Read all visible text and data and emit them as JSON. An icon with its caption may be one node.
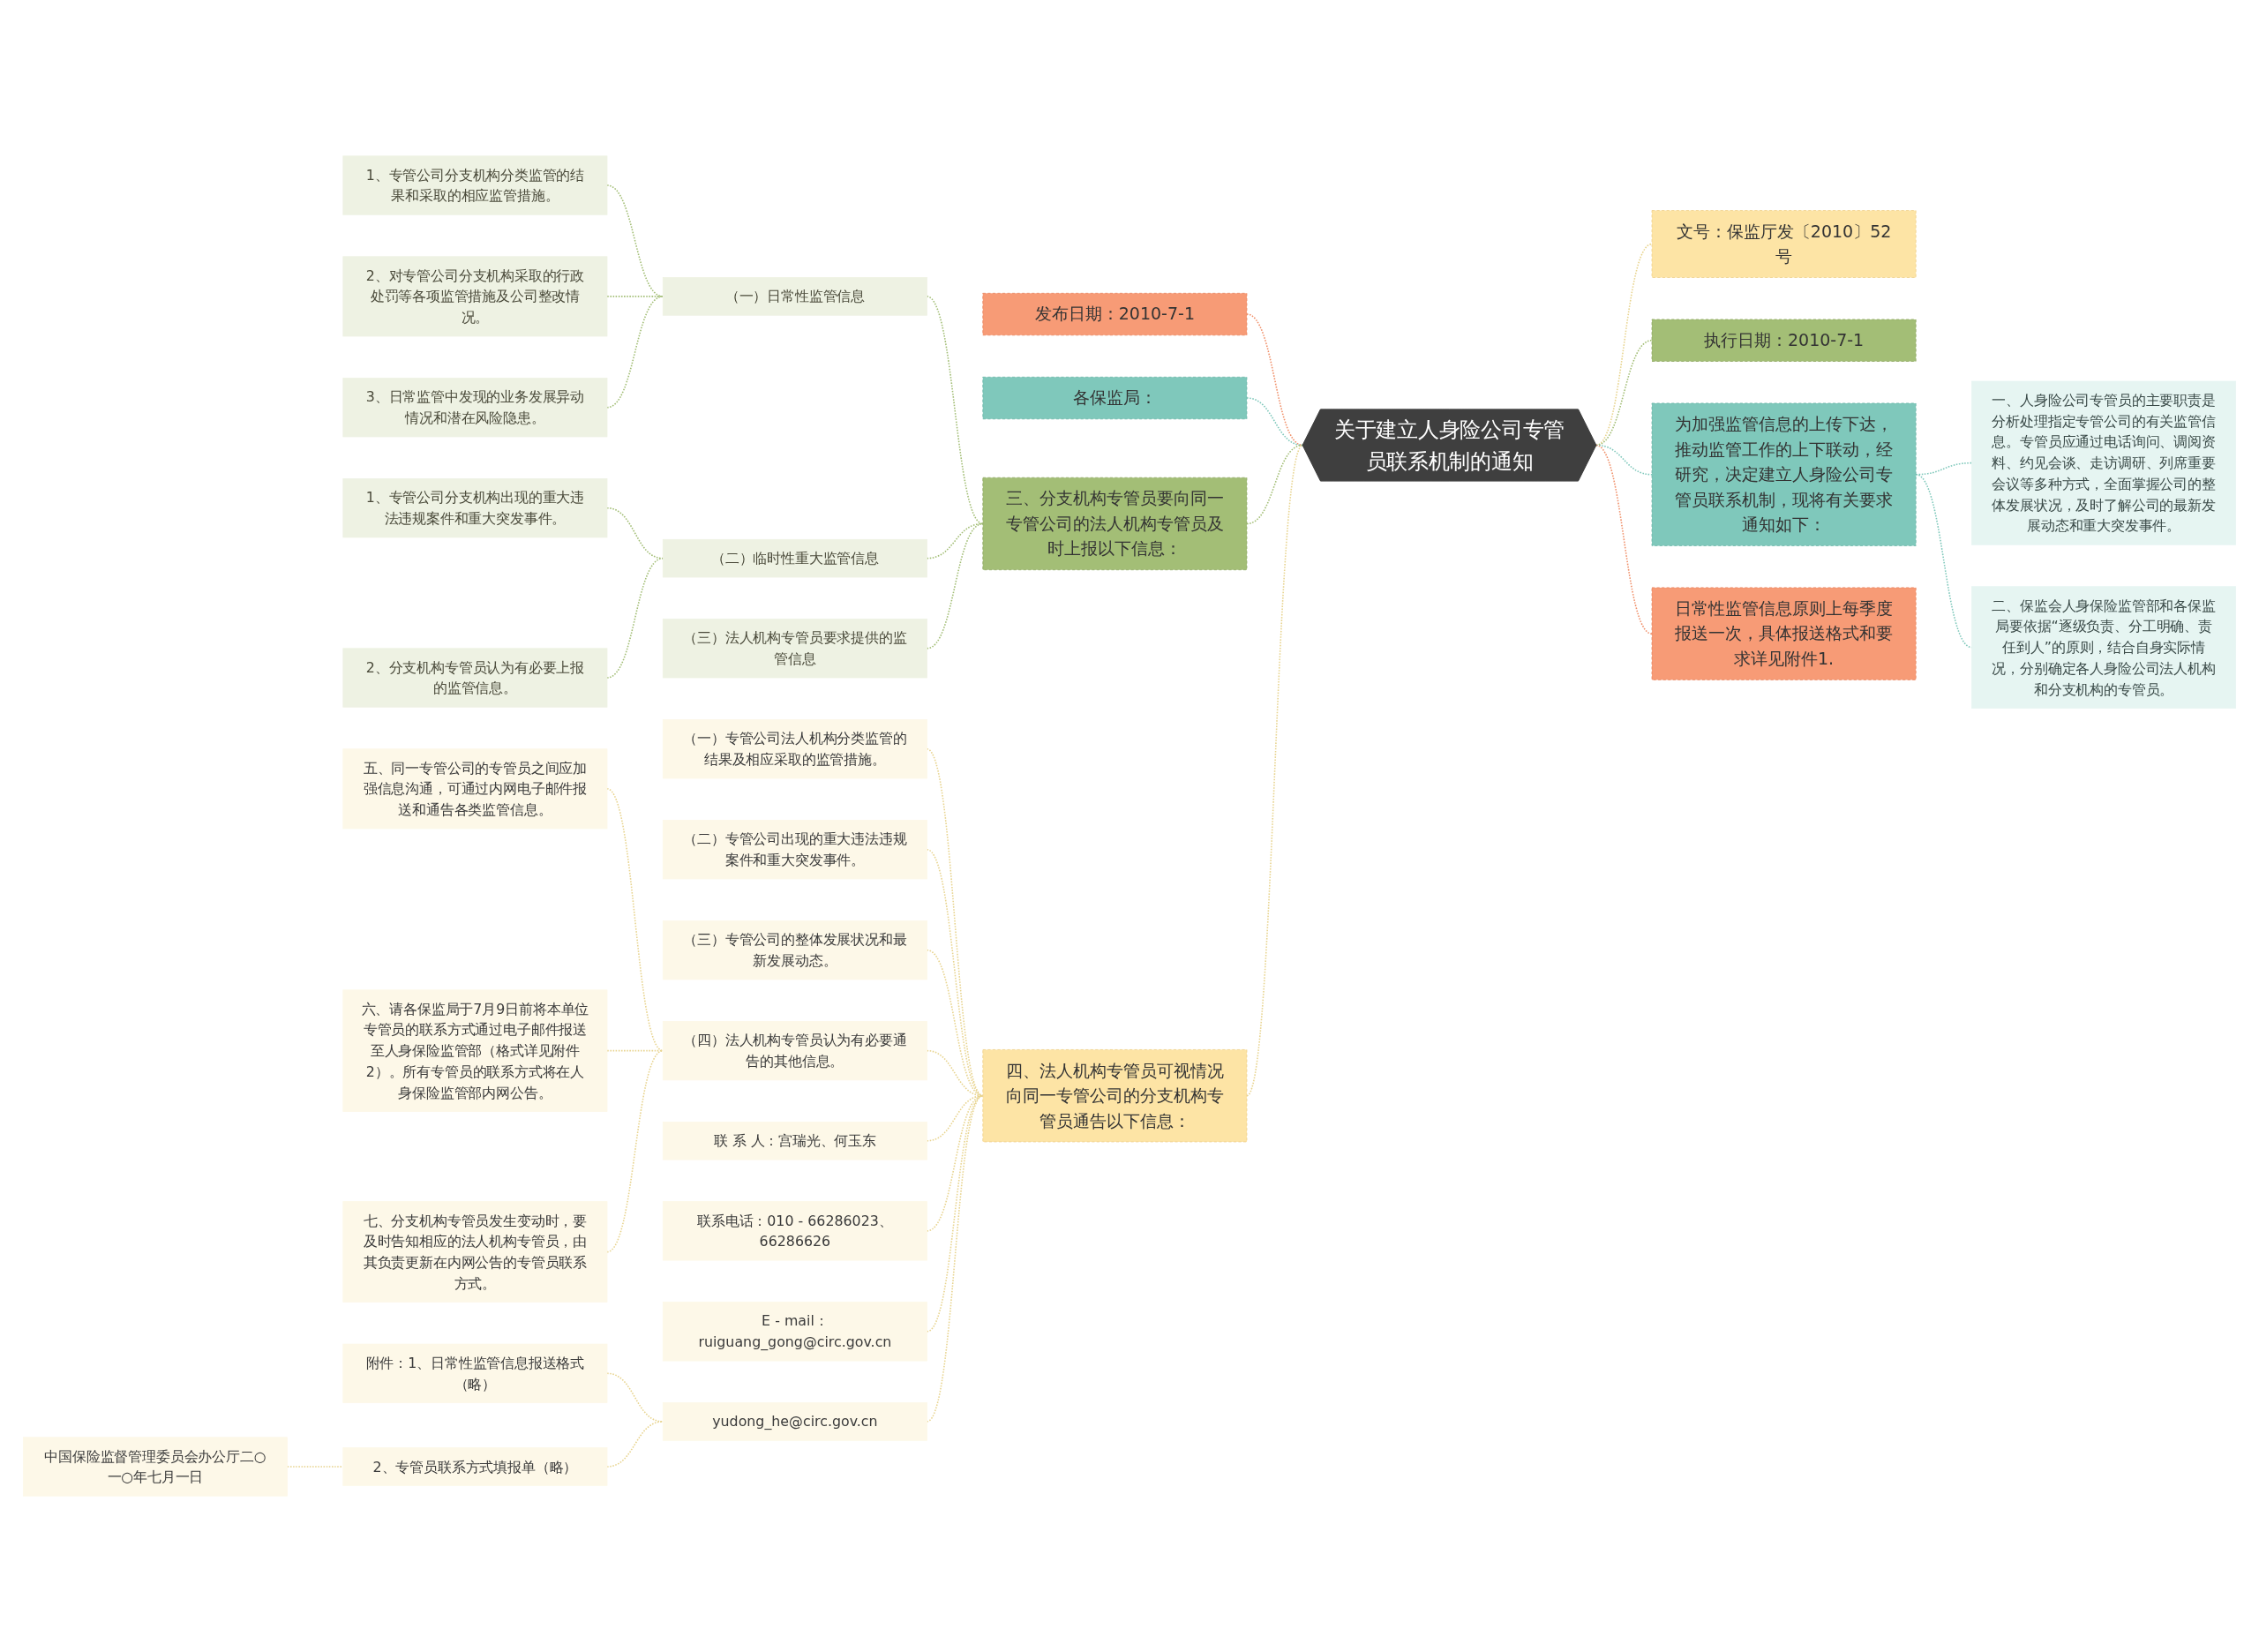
{
  "diagram": {
    "nodes": [
      {
        "text": [
          "关于建立人身险公司专管员联系机制的通知"
        ]
      },
      {
        "text": [
          "发布日期：2010-7-1"
        ]
      },
      {
        "text": [
          "各保监局："
        ]
      },
      {
        "text": [
          "三、分支机构专管员要向同一专管公司的法人机构专管员及时上报以下信息："
        ]
      },
      {
        "text": [
          "（一）日常性监管信息"
        ]
      },
      {
        "text": [
          "1、专管公司分支机构分类监管的结果和采取的相应监管措施。"
        ]
      },
      {
        "text": [
          "2、对专管公司分支机构采取的行政处罚等各项监管措施及公司整改情况。"
        ]
      },
      {
        "text": [
          "3、日常监管中发现的业务发展异动情况和潜在风险隐患。"
        ]
      },
      {
        "text": [
          "（二）临时性重大监管信息"
        ]
      },
      {
        "text": [
          "1、专管公司分支机构出现的重大违法违规案件和重大突发事件。"
        ]
      },
      {
        "text": [
          "2、分支机构专管员认为有必要上报的监管信息。"
        ]
      },
      {
        "text": [
          "（三）法人机构专管员要求提供的监管信息"
        ]
      },
      {
        "text": [
          "四、法人机构专管员可视情况向同一专管公司的分支机构专管员通告以下信息："
        ]
      },
      {
        "text": [
          "（一）专管公司法人机构分类监管的结果及相应采取的监管措施。"
        ]
      },
      {
        "text": [
          "（二）专管公司出现的重大违法违规案件和重大突发事件。"
        ]
      },
      {
        "text": [
          "（三）专管公司的整体发展状况和最新发展动态。"
        ]
      },
      {
        "text": [
          "（四）法人机构专管员认为有必要通告的其他信息。"
        ]
      },
      {
        "text": [
          "五、同一专管公司的专管员之间应加强信息沟通，可通过内网电子邮件报送和通告各类监管信息。"
        ]
      },
      {
        "text": [
          "六、请各保监局于7月9日前将本单位专管员的联系方式通过电子邮件报送至人身保险监管部（格式详见附件2）。所有专管员的联系方式将在人身保险监管部内网公告。"
        ]
      },
      {
        "text": [
          "七、分支机构专管员发生变动时，要及时告知相应的法人机构专管员，由其负责更新在内网公告的专管员联系方式。"
        ]
      },
      {
        "text": [
          "联 系 人：宫瑞光、何玉东"
        ]
      },
      {
        "text": [
          "联系电话：010 - 66286023、66286626"
        ]
      },
      {
        "text": [
          "E - mail：ruiguang_gong@circ.gov.cn"
        ]
      },
      {
        "text": [
          "yudong_he@circ.gov.cn"
        ]
      },
      {
        "text": [
          "附件：1、日常性监管信息报送格式（略）"
        ]
      },
      {
        "text": [
          "2、专管员联系方式填报单（略）"
        ]
      },
      {
        "text": [
          "中国保险监督管理委员会办公厅二○一○年七月一日"
        ]
      },
      {
        "text": [
          "文号：保监厅发〔2010〕52号"
        ]
      },
      {
        "text": [
          "执行日期：2010-7-1"
        ]
      },
      {
        "text": [
          "为加强监管信息的上传下达，推动监管工作的上下联动，经研究，决定建立人身险公司专管员联系机制，现将有关要求通知如下："
        ]
      },
      {
        "text": [
          "一、人身险公司专管员的主要职责是分析处理指定专管公司的有关监管信息。专管员应通过电话询问、调阅资料、约见会谈、走访调研、列席重要会议等多种方式，全面掌握公司的整体发展状况，及时了解公司的最新发展动态和重大突发事件。"
        ]
      },
      {
        "text": [
          "二、保监会人身保险监管部和各保监局要依据“逐级负责、分工明确、责任到人”的原则，结合自身实际情况，分别确定各人身险公司法人机构和分支机构的专管员。"
        ]
      },
      {
        "text": [
          "日常性监管信息原则上每季度报送一次，具体报送格式和要求详见附件1."
        ]
      }
    ],
    "edges": [
      {
        "from": 0,
        "to": 1,
        "arrow": "none",
        "style": "dashed",
        "color": "#f0906a"
      },
      {
        "from": 0,
        "to": 2,
        "arrow": "none",
        "style": "dashed",
        "color": "#7fc8bb"
      },
      {
        "from": 0,
        "to": 3,
        "arrow": "none",
        "style": "dashed",
        "color": "#a3be76"
      },
      {
        "from": 3,
        "to": 4,
        "arrow": "none",
        "style": "dashed",
        "color": "#a3be76"
      },
      {
        "from": 4,
        "to": 5,
        "arrow": "none",
        "style": "dashed",
        "color": "#a3be76"
      },
      {
        "from": 4,
        "to": 6,
        "arrow": "none",
        "style": "dashed",
        "color": "#a3be76"
      },
      {
        "from": 4,
        "to": 7,
        "arrow": "none",
        "style": "dashed",
        "color": "#a3be76"
      },
      {
        "from": 3,
        "to": 8,
        "arrow": "none",
        "style": "dashed",
        "color": "#a3be76"
      },
      {
        "from": 8,
        "to": 9,
        "arrow": "none",
        "style": "dashed",
        "color": "#a3be76"
      },
      {
        "from": 8,
        "to": 10,
        "arrow": "none",
        "style": "dashed",
        "color": "#a3be76"
      },
      {
        "from": 3,
        "to": 11,
        "arrow": "none",
        "style": "dashed",
        "color": "#a3be76"
      },
      {
        "from": 0,
        "to": 12,
        "arrow": "none",
        "style": "dashed"
      },
      {
        "from": 12,
        "to": 13,
        "arrow": "none",
        "style": "dashed"
      },
      {
        "from": 12,
        "to": 14,
        "arrow": "none",
        "style": "dashed"
      },
      {
        "from": 12,
        "to": 15,
        "arrow": "none",
        "style": "dashed"
      },
      {
        "from": 12,
        "to": 16,
        "arrow": "none",
        "style": "dashed"
      },
      {
        "from": 16,
        "to": 17,
        "arrow": "none",
        "style": "dashed"
      },
      {
        "from": 16,
        "to": 18,
        "arrow": "none",
        "style": "dashed"
      },
      {
        "from": 16,
        "to": 19,
        "arrow": "none",
        "style": "dashed"
      },
      {
        "from": 12,
        "to": 20,
        "arrow": "none",
        "style": "dashed"
      },
      {
        "from": 12,
        "to": 21,
        "arrow": "none",
        "style": "dashed"
      },
      {
        "from": 12,
        "to": 22,
        "arrow": "none",
        "style": "dashed"
      },
      {
        "from": 12,
        "to": 23,
        "arrow": "none",
        "style": "dashed"
      },
      {
        "from": 23,
        "to": 24,
        "arrow": "none",
        "style": "dashed"
      },
      {
        "from": 23,
        "to": 25,
        "arrow": "none",
        "style": "dashed"
      },
      {
        "from": 25,
        "to": 26,
        "arrow": "none",
        "style": "dashed"
      },
      {
        "from": 0,
        "to": 27,
        "arrow": "none",
        "style": "dashed"
      },
      {
        "from": 0,
        "to": 28,
        "arrow": "none",
        "style": "dashed",
        "color": "#a3be76"
      },
      {
        "from": 0,
        "to": 29,
        "arrow": "none",
        "style": "dashed",
        "color": "#7fc8bb"
      },
      {
        "from": 29,
        "to": 30,
        "arrow": "none",
        "style": "dashed",
        "color": "#7fc8bb"
      },
      {
        "from": 29,
        "to": 31,
        "arrow": "none",
        "style": "dashed",
        "color": "#7fc8bb"
      },
      {
        "from": 0,
        "to": 32,
        "arrow": "none",
        "style": "dashed",
        "color": "#f0906a"
      }
    ]
  }
}
